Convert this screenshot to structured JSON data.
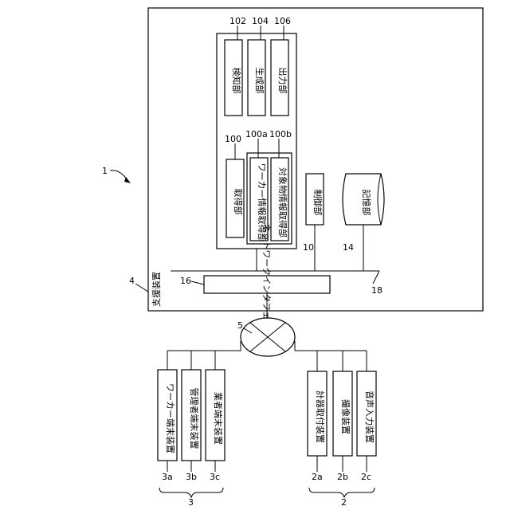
{
  "figure_ref": "1",
  "support_device": {
    "ref": "4",
    "label": "支援装置",
    "detection_unit": {
      "ref": "102",
      "label": "検知部"
    },
    "generation_unit": {
      "ref": "104",
      "label": "生成部"
    },
    "output_unit": {
      "ref": "106",
      "label": "出力部"
    },
    "acquisition_unit": {
      "ref": "100",
      "label": "取得部"
    },
    "worker_info_acq": {
      "ref": "100a",
      "label": "ワーカー情報取得部"
    },
    "object_info_acq": {
      "ref": "100b",
      "label": "対象物情報取得部"
    },
    "control_unit": {
      "ref": "10",
      "label": "制御部"
    },
    "storage_unit": {
      "ref": "14",
      "label": "記憶部"
    },
    "network_if": {
      "ref": "16",
      "label": "ネットワークインタフェース部"
    },
    "bus_ref": "18"
  },
  "network_ref": "5",
  "terminals": {
    "group_ref": "3",
    "worker_terminal": {
      "ref": "3a",
      "label": "ワーカー端末装置"
    },
    "manager_terminal": {
      "ref": "3b",
      "label": "管理者端末装置"
    },
    "vendor_terminal": {
      "ref": "3c",
      "label": "業者端末装置"
    }
  },
  "devices": {
    "group_ref": "2",
    "instrument_attach": {
      "ref": "2a",
      "label": "計器取付装置"
    },
    "imaging_device": {
      "ref": "2b",
      "label": "撮像装置"
    },
    "voice_input": {
      "ref": "2c",
      "label": "音声入力装置"
    }
  }
}
